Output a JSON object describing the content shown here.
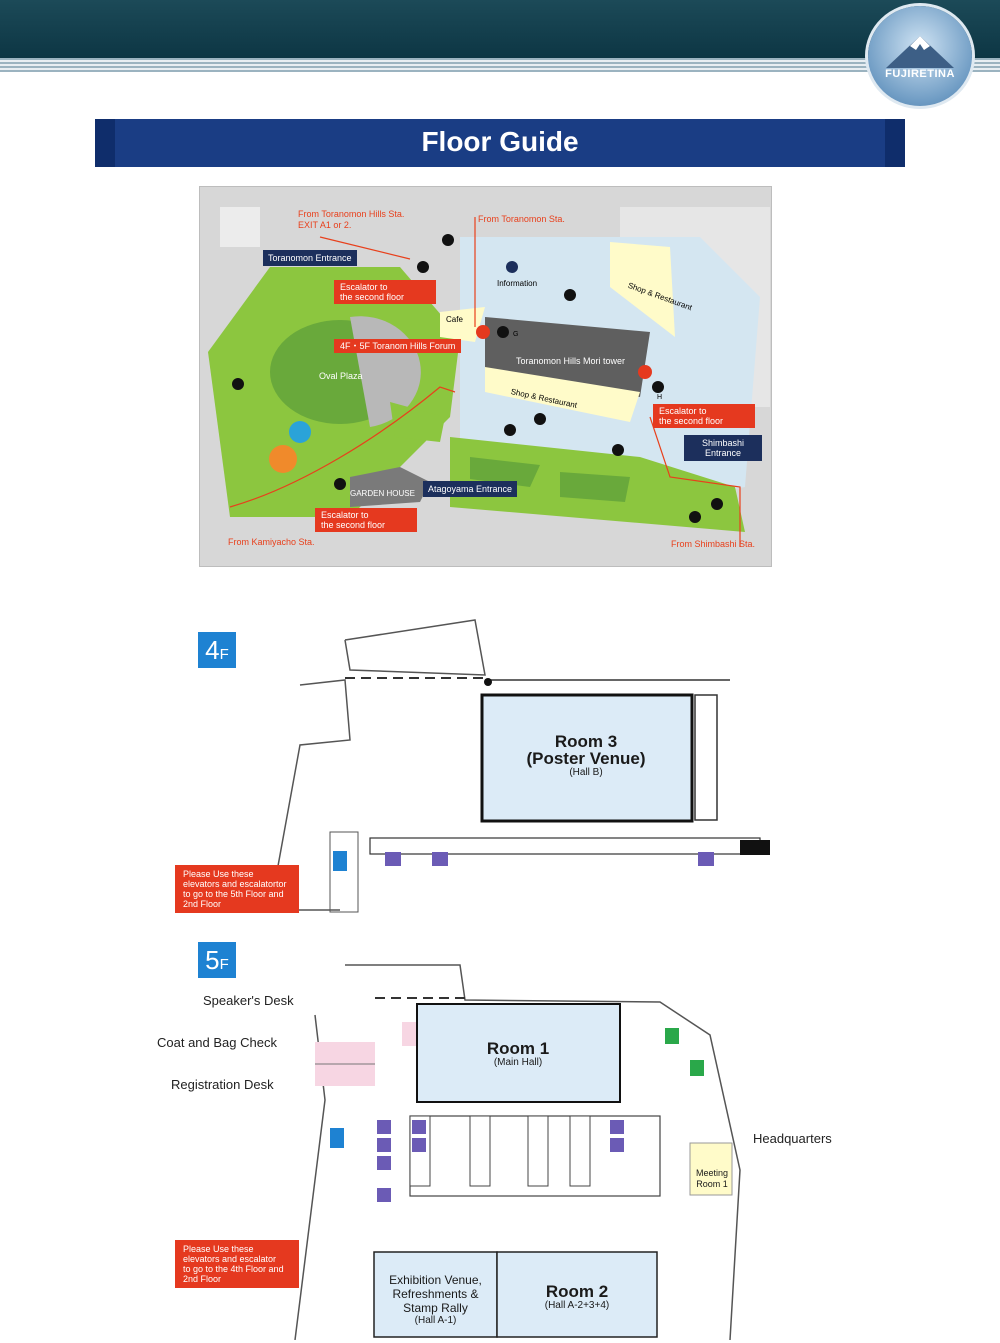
{
  "brand": {
    "logo_text": "FUJIRETINA"
  },
  "page": {
    "title": "Floor Guide"
  },
  "site_map": {
    "labels": {
      "from_toranomon_hills": "From Toranomon Hills Sta.",
      "exit_a1": "EXIT A1 or 2.",
      "from_toranomon": "From Toranomon Sta.",
      "toranomon_entrance": "Toranomon Entrance",
      "escalator_1_line1": "Escalator to",
      "escalator_1_line2": "the second floor",
      "forum": "4F・5F Toranom Hills Forum",
      "oval_plaza": "Oval Plaza",
      "cafe": "Cafe",
      "information": "Information",
      "shop_restaurant_1": "Shop & Restaurant",
      "mori_tower": "Toranomon Hills Mori tower",
      "shop_restaurant_2": "Shop & Restaurant",
      "escalator_2_line1": "Escalator to",
      "escalator_2_line2": "the second floor",
      "shimbashi_entrance_line1": "Shimbashi",
      "shimbashi_entrance_line2": "Entrance",
      "garden_house": "GARDEN HOUSE",
      "atagoyama_entrance": "Atagoyama Entrance",
      "escalator_3_line1": "Escalator to",
      "escalator_3_line2": "the second floor",
      "from_kamiyacho": "From Kamiyacho Sta.",
      "from_shimbashi": "From Shimbashi Sta.",
      "marker_g": "G",
      "marker_h": "H"
    }
  },
  "floor_4f": {
    "badge_number": "4",
    "badge_letter": "F",
    "room3_title_line1": "Room 3",
    "room3_title_line2": "(Poster Venue)",
    "room3_sub": "(Hall B)",
    "note_line1": "Please Use these",
    "note_line2": "elevators and escalatortor",
    "note_line3": "to go to the 5th Floor and",
    "note_line4": "2nd Floor"
  },
  "floor_5f": {
    "badge_number": "5",
    "badge_letter": "F",
    "speakers_desk": "Speaker's Desk",
    "coat_check": "Coat and Bag Check",
    "registration": "Registration Desk",
    "room1_title": "Room 1",
    "room1_sub": "(Main Hall)",
    "headquarters": "Headquarters",
    "meeting_room_line1": "Meeting",
    "meeting_room_line2": "Room 1",
    "exhibition_line1": "Exhibition Venue,",
    "exhibition_line2": "Refreshments &",
    "exhibition_line3": "Stamp Rally",
    "exhibition_sub": "(Hall A-1)",
    "room2_title": "Room 2",
    "room2_sub": "(Hall A-2+3+4)",
    "note_line1": "Please Use these",
    "note_line2": "elevators and escalator",
    "note_line3": "to go to the 4th Floor and",
    "note_line4": "2nd Floor"
  },
  "colors": {
    "header": "#0d3644",
    "title_bar": "#1a3d84",
    "accent_red": "#e5391f",
    "navy_box": "#1c2f5c",
    "room_fill": "#dcebf7",
    "park_green": "#8cc63f"
  }
}
